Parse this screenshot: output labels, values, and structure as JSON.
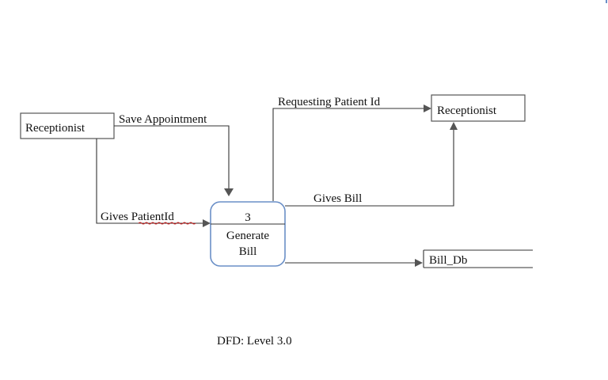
{
  "diagram": {
    "entities": {
      "left_receptionist": "Receptionist",
      "right_receptionist": "Receptionist"
    },
    "process": {
      "number": "3",
      "name_line1": "Generate",
      "name_line2": "Bill"
    },
    "data_store": {
      "name": "Bill_Db"
    },
    "flows": {
      "save_appointment": "Save Appointment",
      "gives_patient_id": "Gives PatientId",
      "requesting_patient_id": "Requesting Patient Id",
      "gives_bill": "Gives Bill"
    },
    "caption": "DFD: Level 3.0",
    "colors": {
      "process_border": "#6a8fc7",
      "lines": "#333333",
      "spellcheck_underline": "#cc2222"
    }
  }
}
